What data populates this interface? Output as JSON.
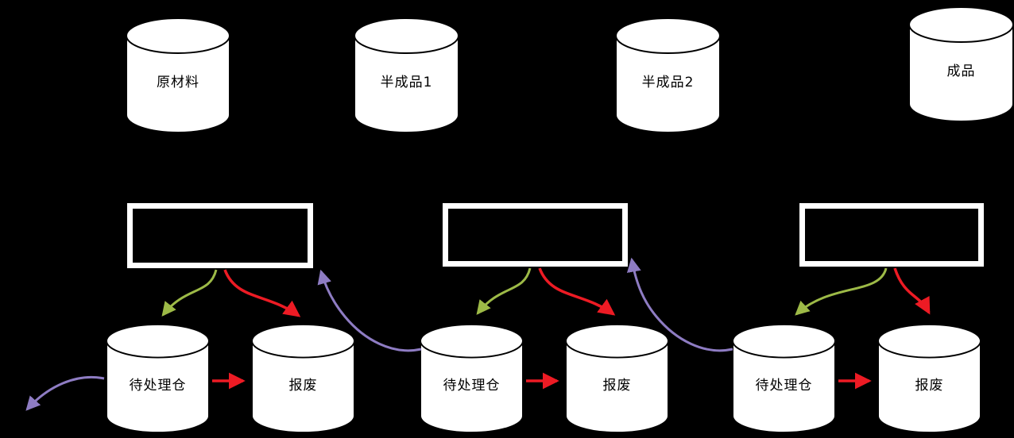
{
  "diagram": "production-flow",
  "colors": {
    "background": "#000000",
    "node_fill": "#ffffff",
    "node_outline": "#000000",
    "label_text": "#000000",
    "box_border": "#ffffff",
    "arrow_green": "#9dba47",
    "arrow_red": "#ed1b24",
    "arrow_purple": "#8e7cc3"
  },
  "storage_nodes": [
    {
      "label": "原材料"
    },
    {
      "label": "半成品1"
    },
    {
      "label": "半成品2"
    },
    {
      "label": "成品"
    }
  ],
  "process_boxes": [
    {
      "label": ""
    },
    {
      "label": ""
    },
    {
      "label": ""
    }
  ],
  "stations": [
    {
      "pending": "待处理仓",
      "scrap": "报废"
    },
    {
      "pending": "待处理仓",
      "scrap": "报废"
    },
    {
      "pending": "待处理仓",
      "scrap": "报废"
    }
  ]
}
